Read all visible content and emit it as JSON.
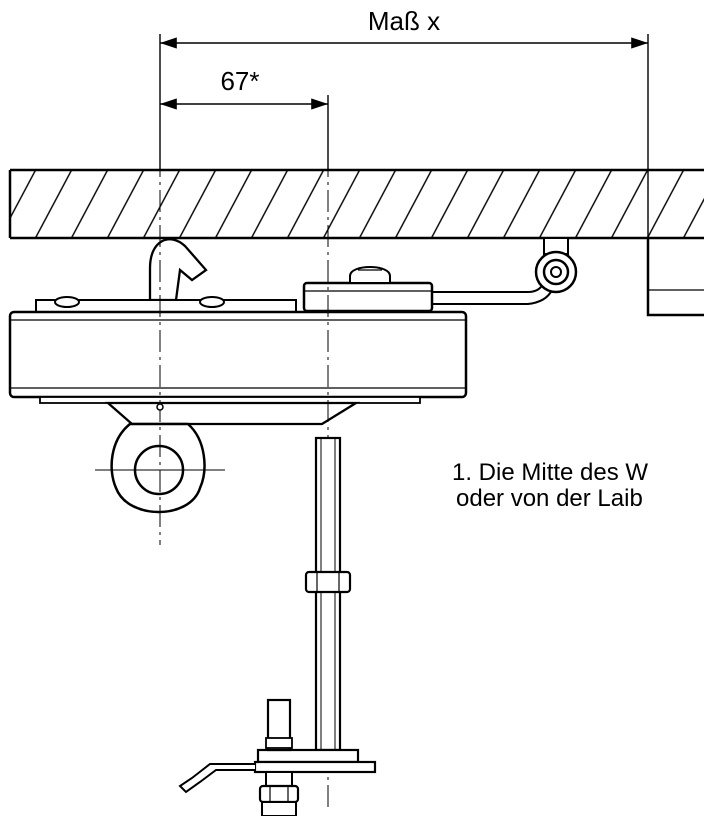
{
  "dimensions": {
    "overall_label": "Maß x",
    "offset_label": "67*"
  },
  "note": {
    "line1": "1. Die Mitte des W",
    "line2": "oder von der Laib"
  },
  "colors": {
    "line": "#000000",
    "background": "#ffffff"
  }
}
